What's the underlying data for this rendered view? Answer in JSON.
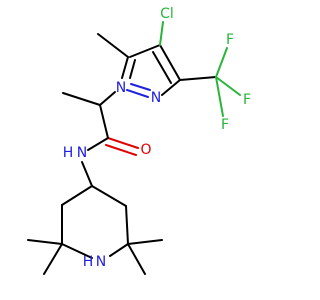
{
  "molecule": {
    "atoms": {
      "cl": "Cl",
      "n1": "N",
      "n2": "N",
      "o": "O",
      "f1": "F",
      "f2": "F",
      "f3": "F",
      "nh_amide": "N",
      "h_amide": "H",
      "n_piperidine": "N",
      "h_piperidine": "H"
    },
    "colors": {
      "nitrogen": "#2020e0",
      "oxygen": "#e00000",
      "halogen": "#29b43a",
      "carbon_bond": "#000000",
      "background": "#ffffff"
    }
  }
}
